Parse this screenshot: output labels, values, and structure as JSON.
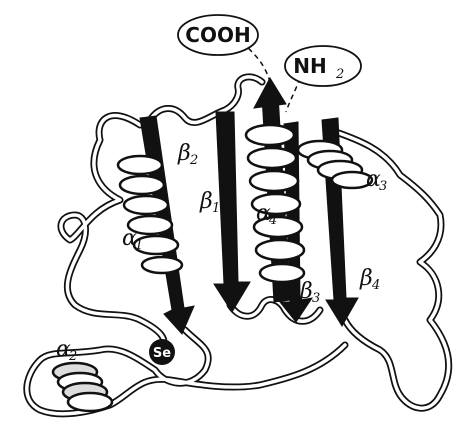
{
  "terminals": {
    "cooh": "COOH",
    "nh2_main": "NH",
    "nh2_sub": "2"
  },
  "helices": [
    {
      "id": "a1",
      "letter": "α",
      "sub": "1"
    },
    {
      "id": "a2",
      "letter": "α",
      "sub": "2"
    },
    {
      "id": "a3",
      "letter": "α",
      "sub": "3"
    },
    {
      "id": "a4",
      "letter": "α",
      "sub": "4"
    }
  ],
  "strands": [
    {
      "id": "b1",
      "letter": "β",
      "sub": "1"
    },
    {
      "id": "b2",
      "letter": "β",
      "sub": "2"
    },
    {
      "id": "b3",
      "letter": "β",
      "sub": "3"
    },
    {
      "id": "b4",
      "letter": "β",
      "sub": "4"
    }
  ],
  "active_site": "Se",
  "colors": {
    "ink": "#111111",
    "paper": "#ffffff",
    "shade": "#8a8a8a"
  }
}
